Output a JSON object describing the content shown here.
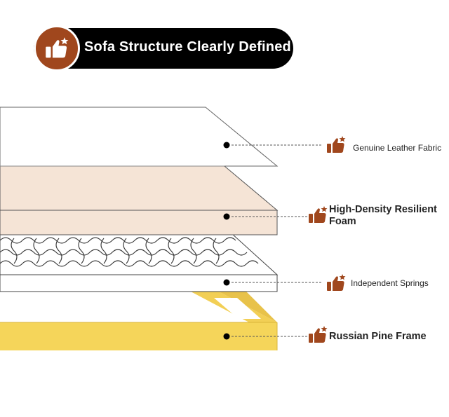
{
  "header": {
    "title": "Sofa Structure Clearly Defined",
    "icon": "thumbs-up-star-icon"
  },
  "layers": [
    {
      "id": "leather",
      "label": "Genuine Leather Fabric",
      "icon": "thumbs-up-star-icon"
    },
    {
      "id": "foam",
      "label": "High-Density Resilient Foam",
      "icon": "thumbs-up-star-icon"
    },
    {
      "id": "springs",
      "label": "Independent Springs",
      "icon": "thumbs-up-star-icon"
    },
    {
      "id": "frame",
      "label": "Russian Pine Frame",
      "icon": "thumbs-up-star-icon"
    }
  ],
  "colors": {
    "accent": "#a0471d",
    "foam": "#f5e4d6",
    "frame": "#f5d55a",
    "frame_dark": "#d9b53a"
  }
}
